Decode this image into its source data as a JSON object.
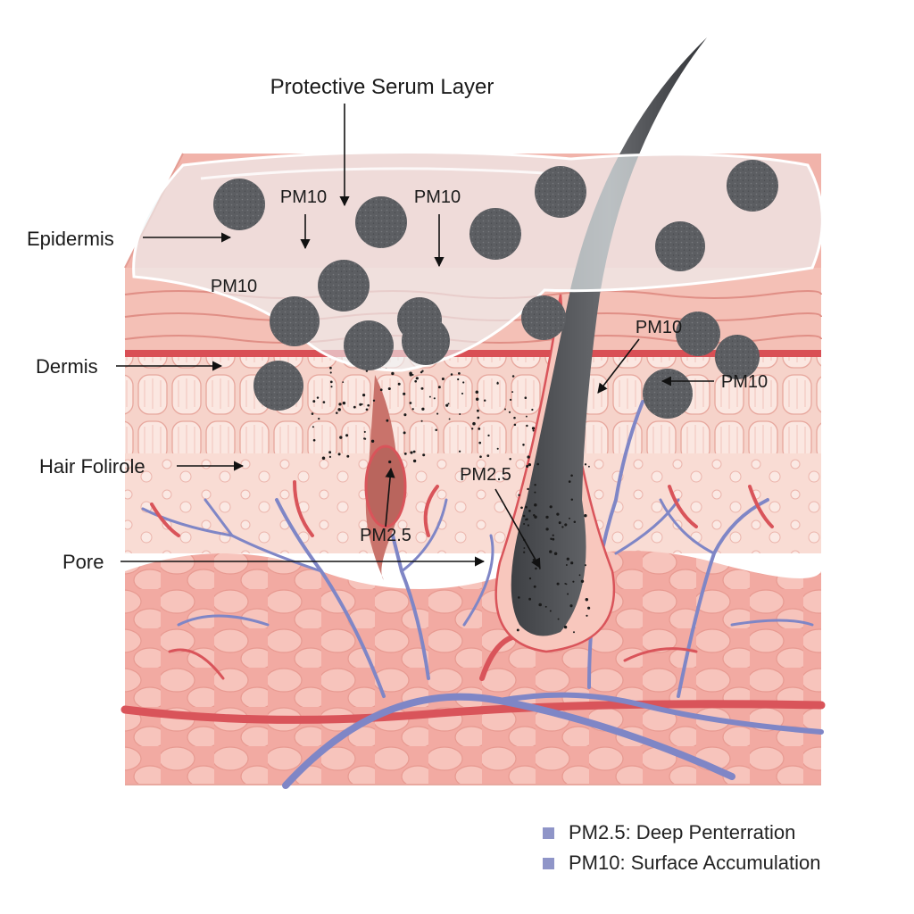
{
  "diagram": {
    "title": "Protective Serum Layer",
    "labels": {
      "epidermis": "Epidermis",
      "dermis": "Dermis",
      "hair_follicle": "Hair Folirole",
      "pore": "Pore"
    },
    "particle_labels": {
      "pm10_a": "PM10",
      "pm10_b": "PM10",
      "pm10_c": "PM10",
      "pm10_d": "PM10",
      "pm10_e": "PM10",
      "pm25_a": "PM2.5",
      "pm25_b": "PM2.5"
    },
    "legend": [
      {
        "text": "PM2.5: Deep Penterration",
        "color": "#8f95c8"
      },
      {
        "text": "PM10: Surface Accumulation",
        "color": "#8f95c8"
      }
    ],
    "colors": {
      "skin": "#f3b6ad",
      "dermis_cells": "#fbe5dd",
      "vessel_red": "#d9545a",
      "vessel_blue": "#7f86c6",
      "particle": "#5b5d61",
      "serum": "#eef3f6"
    }
  }
}
